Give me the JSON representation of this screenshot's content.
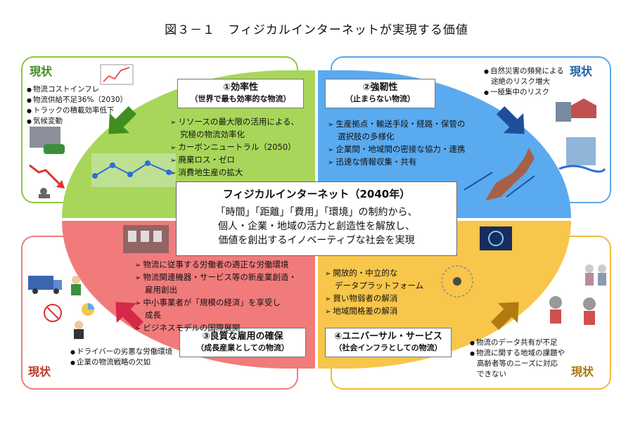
{
  "title": "図３－１　フィジカルインターネットが実現する価値",
  "center": {
    "title": "フィジカルインターネット（2040年）",
    "lines": [
      "「時間」「距離」「費用」「環境」の制約から、",
      "個人・企業・地域の活力と創造性を解放し、",
      "価値を創出するイノベーティブな社会を実現"
    ]
  },
  "quadrants": {
    "tl": {
      "heading": "①効率性",
      "sub": "（世界で最も効率的な物流）",
      "items": [
        "リソースの最大限の活用による、",
        "究極の物流効率化",
        "カーボンニュートラル（2050）",
        "廃棄ロス・ゼロ",
        "消費地生産の拡大"
      ],
      "genjo_label": "現状",
      "genjo": [
        "物流コストインフレ",
        "物流供給不足36%（2030）",
        "トラックの積載効率低下",
        "気候変動"
      ]
    },
    "tr": {
      "heading": "②強靭性",
      "sub": "（止まらない物流）",
      "items": [
        "生産拠点・輸送手段・経路・保管の",
        "選択肢の多様化",
        "企業間・地域間の密接な協力・連携",
        "迅速な情報収集・共有"
      ],
      "genjo_label": "現状",
      "genjo": [
        "自然災害の頻発による",
        "途絶のリスク増大",
        "一極集中のリスク"
      ]
    },
    "bl": {
      "heading": "③良質な雇用の確保",
      "sub": "（成長産業としての物流）",
      "items": [
        "物流に従事する労働者の適正な労働環境",
        "物流関連機器・サービス等の新産業創造・",
        "雇用創出",
        "中小事業者が「規模の経済」を享受し",
        "成長",
        "ビジネスモデルの国際展開"
      ],
      "genjo_label": "現状",
      "genjo": [
        "ドライバーの劣悪な労働環境",
        "企業の物流戦略の欠如"
      ]
    },
    "br": {
      "heading": "④ユニバーサル・サービス",
      "sub": "（社会インフラとしての物流）",
      "items": [
        "開放的・中立的な",
        "データプラットフォーム",
        "買い物弱者の解消",
        "地域間格差の解消"
      ],
      "genjo_label": "現状",
      "genjo": [
        "物流のデータ共有が不足",
        "物流に関する地域の課題や",
        "高齢者等のニーズに対応",
        "できない"
      ]
    }
  },
  "colors": {
    "green": "#a8d65a",
    "blue": "#5aaaf0",
    "red": "#f17b7b",
    "yellow": "#f7c64a",
    "arrow_green": "#3f8f1f",
    "arrow_blue": "#1f4f9a",
    "arrow_red": "#d6284a",
    "arrow_yellow": "#b27a10"
  }
}
